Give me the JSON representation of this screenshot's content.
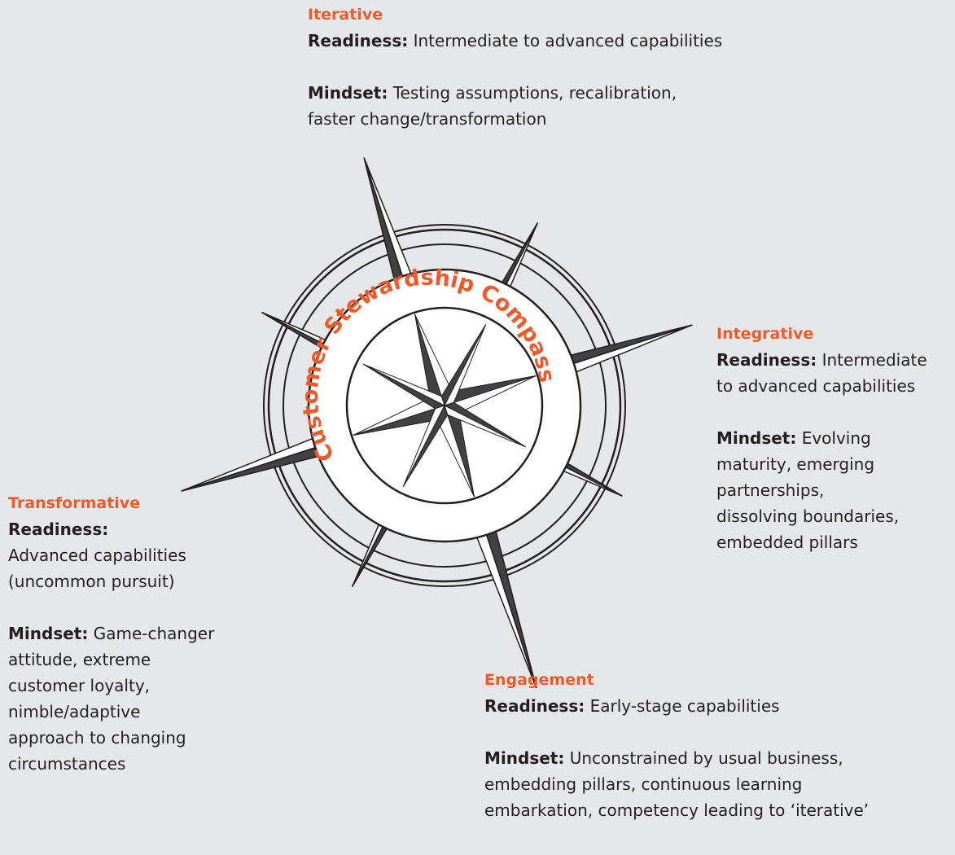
{
  "compass": {
    "title": "Customer Stewardship Compass",
    "colors": {
      "accent": "#ee5a2a",
      "dark": "#414042",
      "light": "#ffffff",
      "outline": "#231f20",
      "background": "#e6e7e8"
    }
  },
  "stages": {
    "iterative": {
      "title": "Iterative",
      "readiness_label": "Readiness:",
      "readiness": "Intermediate to advanced capabilities",
      "mindset_label": "Mindset:",
      "mindset_line1": "Testing assumptions, recalibration,",
      "mindset_line2": "faster change/transformation"
    },
    "integrative": {
      "title": "Integrative",
      "readiness_label": "Readiness:",
      "readiness_line1": "Intermediate",
      "readiness_line2": "to advanced capabilities",
      "mindset_label": "Mindset:",
      "mindset_line1": "Evolving",
      "mindset_line2": "maturity, emerging",
      "mindset_line3": "partnerships,",
      "mindset_line4": "dissolving boundaries,",
      "mindset_line5": "embedded pillars"
    },
    "transformative": {
      "title": "Transformative",
      "readiness_label": "Readiness:",
      "readiness_line1": "Advanced capabilities",
      "readiness_line2": "(uncommon pursuit)",
      "mindset_label": "Mindset:",
      "mindset_line1": "Game-changer",
      "mindset_line2": "attitude, extreme",
      "mindset_line3": "customer loyalty,",
      "mindset_line4": "nimble/adaptive",
      "mindset_line5": "approach to changing",
      "mindset_line6": "circumstances"
    },
    "engagement": {
      "title": "Engagement",
      "readiness_label": "Readiness:",
      "readiness": "Early-stage capabilities",
      "mindset_label": "Mindset:",
      "mindset_line1": "Unconstrained by usual business,",
      "mindset_line2": "embedding pillars, continuous learning",
      "mindset_line3": "embarkation, competency leading to ‘iterative’"
    }
  }
}
